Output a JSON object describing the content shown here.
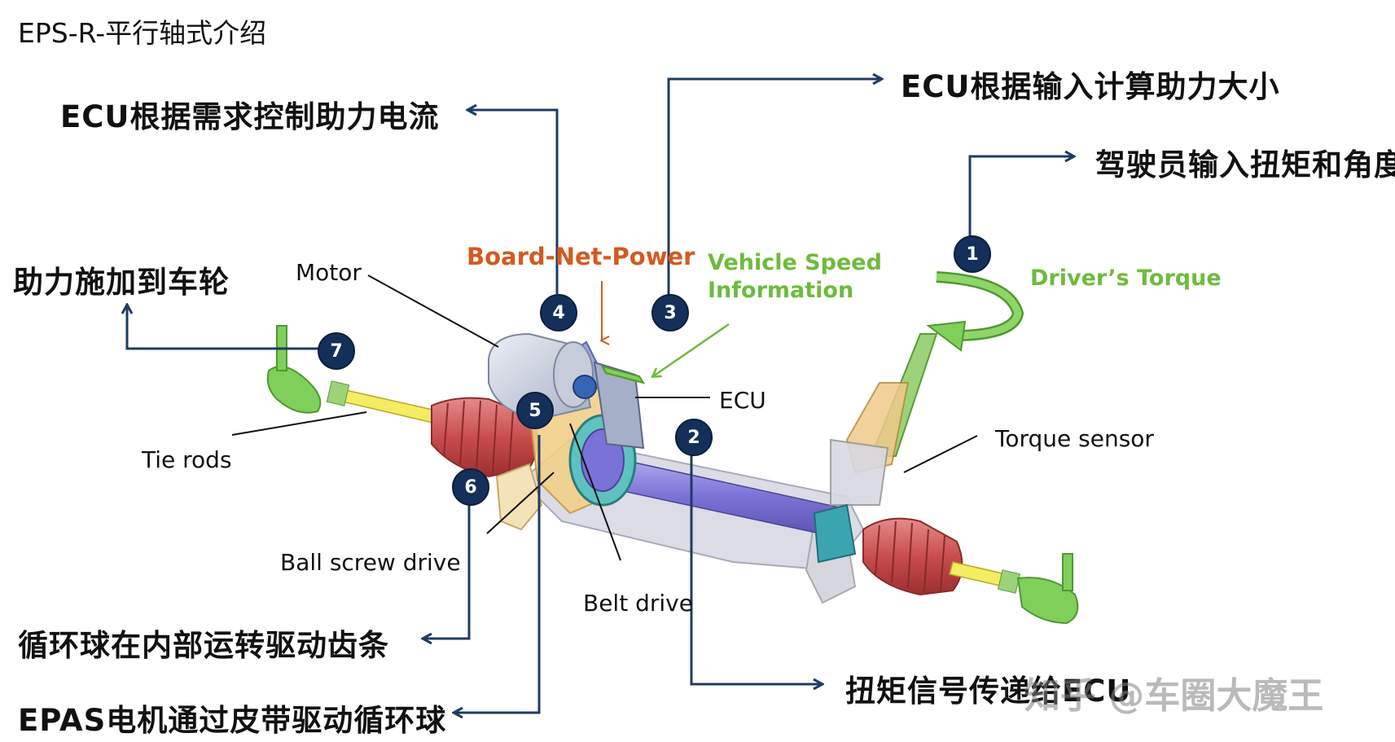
{
  "title": "EPS-R-平行轴式介绍",
  "steps": {
    "s1": "驾驶员输入扭矩和角度",
    "s2": "扭矩信号传递给ECU",
    "s3": "ECU根据输入计算助力大小",
    "s4": "ECU根据需求控制助力电流",
    "s5": "EPAS电机通过皮带驱动循环球",
    "s6": "循环球在内部运转驱动齿条",
    "s7": "助力施加到车轮"
  },
  "badges": [
    "1",
    "2",
    "3",
    "4",
    "5",
    "6",
    "7"
  ],
  "components": {
    "motor": "Motor",
    "ecu": "ECU",
    "tie_rods": "Tie rods",
    "ball_screw": "Ball screw drive",
    "belt_drive": "Belt drive",
    "torque_sensor": "Torque sensor"
  },
  "inputs": {
    "board_net_power": "Board-Net-Power",
    "vehicle_speed": "Vehicle Speed",
    "vehicle_speed_2": "Information",
    "drivers_torque": "Driver’s Torque"
  },
  "watermark": "知乎 @车圈大魔王",
  "colors": {
    "arrow": "#1f3b63",
    "badge": "#14305a",
    "orange": "#d35a1e",
    "green": "#6dbb3c"
  }
}
